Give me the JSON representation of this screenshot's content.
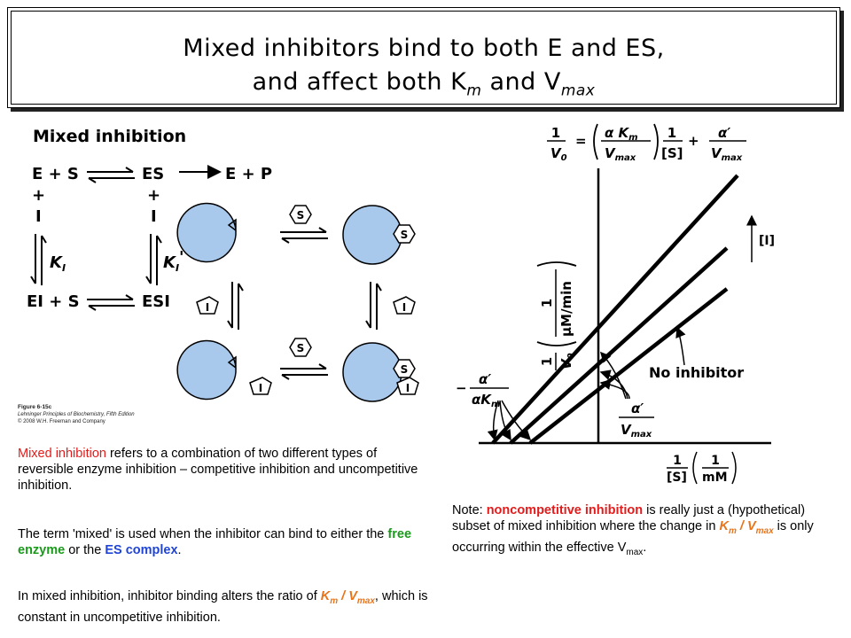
{
  "title": {
    "line1": "Mixed inhibitors bind to both E and ES,",
    "line2_prefix": "and affect both K",
    "line2_km_sub": "m",
    "line2_mid": " and V",
    "line2_vmax_sub": "max"
  },
  "figure": {
    "heading": "Mixed inhibition",
    "caption_fig": "Figure 6-15c",
    "caption_book": "Lehninger Principles of Biochemistry, Fifth Edition",
    "caption_copy": "© 2008 W.H. Freeman and Company",
    "scheme": {
      "row1_left": "E + S",
      "row1_mid": "ES",
      "row1_right": "E + P",
      "plus": "+",
      "inhibitor": "I",
      "ki": "K",
      "ki_sub": "I",
      "ki_prime": "'",
      "row3_left": "EI + S",
      "row3_mid": "ESI"
    },
    "substrate_label": "S",
    "inhibitor_label": "I"
  },
  "plot": {
    "equation_left_num": "1",
    "equation_left_den": "V",
    "equation_left_den_sub": "0",
    "equals": "=",
    "plus": "+",
    "eq_alpha_km": "α K",
    "eq_km_sub": "m",
    "eq_vmax": "V",
    "eq_vmax_sub": "max",
    "eq_one": "1",
    "eq_s": "[S]",
    "eq_alpha_prime": "α′",
    "y_axis_label": "1/V0 (1/(μM/min))",
    "x_axis_label": "1/[S] (1/mM)",
    "x_one": "1",
    "x_s": "[S]",
    "x_unit": "mM",
    "y_one": "1",
    "y_unit": "μM/min",
    "y_v0": "V",
    "y_v0_sub": "0",
    "arrow_label": "[I]",
    "no_inhibitor": "No inhibitor",
    "x_intercept_neg": "−",
    "x_intercept_num": "α′",
    "x_intercept_den": "αK",
    "x_intercept_den_sub": "m",
    "y_intercept_num": "α′",
    "y_intercept_den": "V",
    "y_intercept_den_sub": "max"
  },
  "text": {
    "p1_highlight": "Mixed inhibition",
    "p1_rest": " refers to a combination of two different types of reversible enzyme inhibition – competitive inhibition and uncompetitive inhibition.",
    "p2_a": "The term 'mixed' is used when the inhibitor can bind to either the ",
    "p2_free": "free enzyme",
    "p2_b": " or the ",
    "p2_es": "ES complex",
    "p2_c": ".",
    "p3_a": "In mixed inhibition, inhibitor binding alters the ratio of ",
    "p3_km": "K",
    "p3_km_sub": "m",
    "p3_slash": " / V",
    "p3_vmax_sub": "max",
    "p3_b": ", which is constant in uncompetitive inhibition.",
    "note_a": "Note: ",
    "note_nc": "noncompetitive inhibition",
    "note_b": " is really just a (hypothetical) subset of mixed inhibition where the change in ",
    "note_km": "K",
    "note_km_sub": "m",
    "note_slash": " / V",
    "note_vmax_sub": "max",
    "note_c": " is only occurring within the effective V",
    "note_vmax2_sub": "max",
    "note_d": "."
  },
  "colors": {
    "enzyme_fill": "#a8c8ec",
    "red": "#e41b1b",
    "green": "#1a9a1a",
    "blue": "#1f44d6",
    "orange": "#e8741c"
  }
}
